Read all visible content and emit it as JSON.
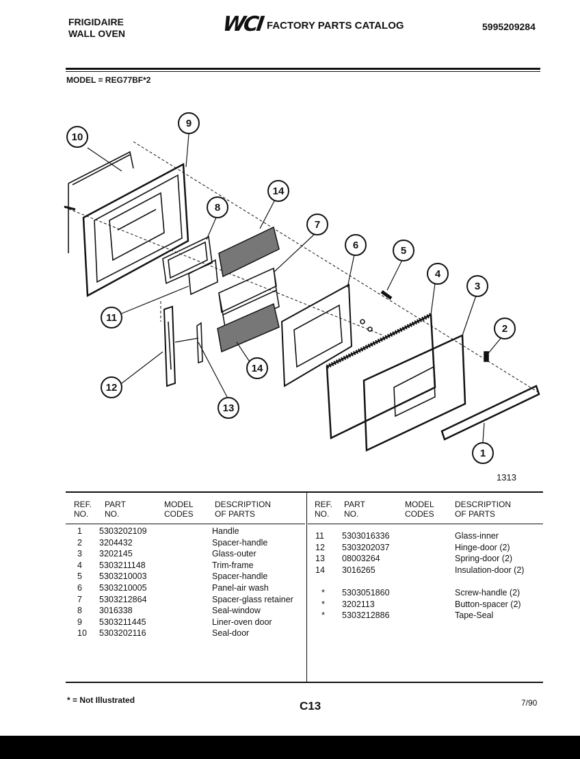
{
  "header": {
    "brand_line1": "FRIGIDAIRE",
    "brand_line2": "WALL OVEN",
    "logo_text": "WCI",
    "catalog_title": "FACTORY PARTS CATALOG",
    "catalog_number": "5995209284",
    "model_label": "MODEL = REG77BF*2"
  },
  "diagram": {
    "figure_number": "1313",
    "callouts": [
      "1",
      "2",
      "3",
      "4",
      "5",
      "6",
      "7",
      "8",
      "9",
      "10",
      "11",
      "12",
      "13",
      "14"
    ]
  },
  "table": {
    "headers": {
      "ref": "REF.\nNO.",
      "part": "PART\nNO.",
      "model": "MODEL\nCODES",
      "desc": "DESCRIPTION\nOF PARTS"
    },
    "left_rows": [
      {
        "ref": "1",
        "part": "5303202109",
        "desc": "Handle"
      },
      {
        "ref": "2",
        "part": "3204432",
        "desc": "Spacer-handle"
      },
      {
        "ref": "3",
        "part": "3202145",
        "desc": "Glass-outer"
      },
      {
        "ref": "4",
        "part": "5303211148",
        "desc": "Trim-frame"
      },
      {
        "ref": "5",
        "part": "5303210003",
        "desc": "Spacer-handle"
      },
      {
        "ref": "6",
        "part": "5303210005",
        "desc": "Panel-air wash"
      },
      {
        "ref": "7",
        "part": "5303212864",
        "desc": "Spacer-glass retainer"
      },
      {
        "ref": "8",
        "part": "3016338",
        "desc": "Seal-window"
      },
      {
        "ref": "9",
        "part": "5303211445",
        "desc": "Liner-oven door"
      },
      {
        "ref": "10",
        "part": "5303202116",
        "desc": "Seal-door"
      }
    ],
    "right_rows": [
      {
        "ref": "11",
        "part": "5303016336",
        "desc": "Glass-inner"
      },
      {
        "ref": "12",
        "part": "5303202037",
        "desc": "Hinge-door (2)"
      },
      {
        "ref": "13",
        "part": "08003264",
        "desc": "Spring-door (2)"
      },
      {
        "ref": "14",
        "part": "3016265",
        "desc": "Insulation-door (2)"
      }
    ],
    "right_rows_extra": [
      {
        "ref": "*",
        "part": "5303051860",
        "desc": "Screw-handle (2)"
      },
      {
        "ref": "*",
        "part": "3202113",
        "desc": "Button-spacer (2)"
      },
      {
        "ref": "*",
        "part": "5303212886",
        "desc": "Tape-Seal"
      }
    ]
  },
  "footer": {
    "note": "* = Not Illustrated",
    "page": "C13",
    "date": "7/90"
  }
}
